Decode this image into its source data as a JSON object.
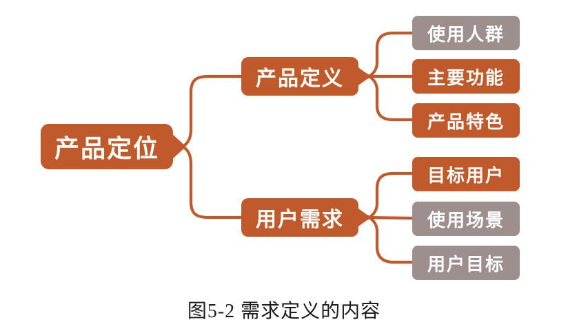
{
  "diagram": {
    "root": {
      "label": "产品定位",
      "color": "orange"
    },
    "branches": [
      {
        "label": "产品定义",
        "color": "orange",
        "children": [
          {
            "label": "使用人群",
            "color": "gray"
          },
          {
            "label": "主要功能",
            "color": "orange"
          },
          {
            "label": "产品特色",
            "color": "orange"
          }
        ]
      },
      {
        "label": "用户需求",
        "color": "orange",
        "children": [
          {
            "label": "目标用户",
            "color": "orange"
          },
          {
            "label": "使用场景",
            "color": "gray"
          },
          {
            "label": "用户目标",
            "color": "gray"
          }
        ]
      }
    ]
  },
  "caption": "图5-2 需求定义的内容",
  "colors": {
    "orange": "#c05a2b",
    "gray": "#9c8f8d",
    "node_text": "#ffffff",
    "caption_text": "#1d1d1b",
    "background": "#ffffff"
  }
}
